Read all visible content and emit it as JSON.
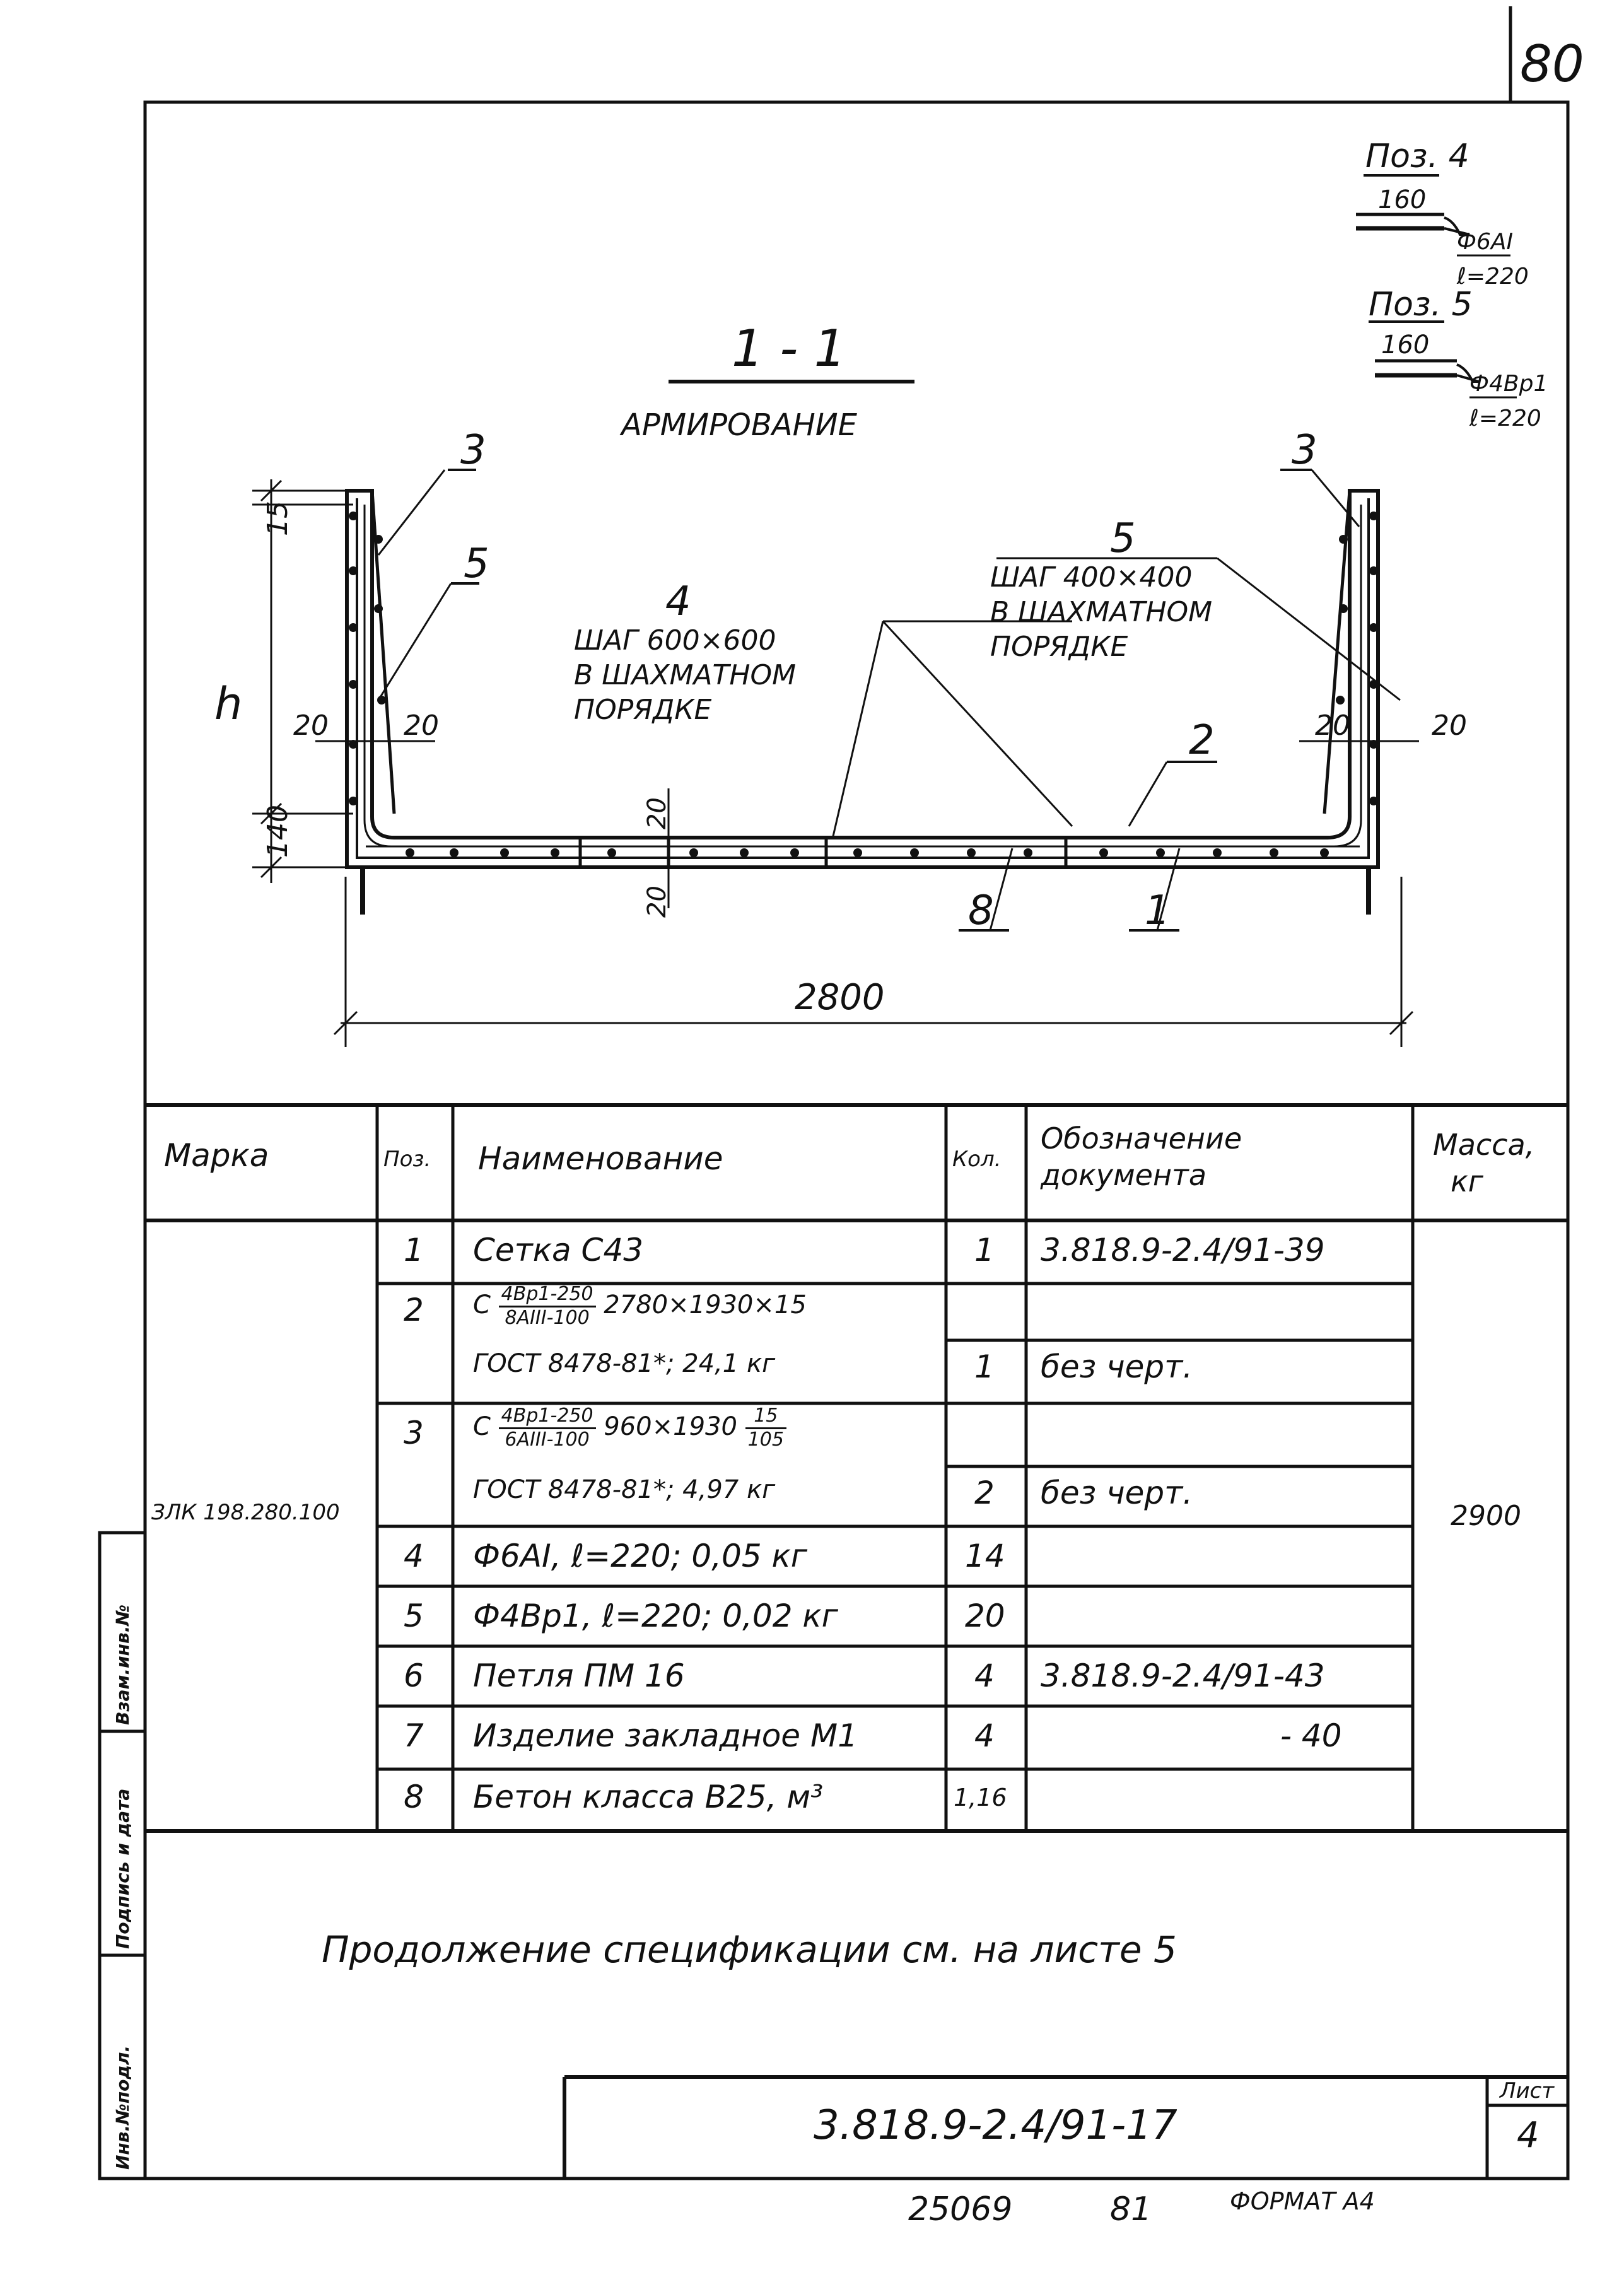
{
  "sheet_number_top": "80",
  "section": {
    "title": "1 - 1",
    "subtitle": "АРМИРОВАНИЕ"
  },
  "details": {
    "pos4": {
      "title": "Поз. 4",
      "dim": "160",
      "dia": "Ф6АI",
      "len": "ℓ=220"
    },
    "pos5": {
      "title": "Поз. 5",
      "dim": "160",
      "dia": "Ф4Вр1",
      "len": "ℓ=220"
    }
  },
  "callouts": {
    "c3_left": "3",
    "c5_left": "5",
    "c4": "4",
    "c4_note": [
      "ШАГ 600×600",
      "В ШАХМАТНОМ",
      "ПОРЯДКЕ"
    ],
    "c5_right": "5",
    "c5_note": [
      "ШАГ 400×400",
      "В ШАХМАТНОМ",
      "ПОРЯДКЕ"
    ],
    "c3_right": "3",
    "c2": "2",
    "c8": "8",
    "c1": "1"
  },
  "dimensions": {
    "d15": "15",
    "h": "h",
    "d20_left_a": "20",
    "d20_left_b": "20",
    "d140": "140",
    "d20_mid_top": "20",
    "d20_mid_bottom": "20",
    "d20_right_a": "20",
    "d20_right_b": "20",
    "width": "2800"
  },
  "table": {
    "headers": {
      "mark": "Марка",
      "pos": "Поз.",
      "name": "Наименование",
      "qty": "Кол.",
      "doc": [
        "Обозначение",
        "документа"
      ],
      "mass": [
        "Масса,",
        "кг"
      ]
    },
    "mark_value": "ЗЛК 198.280.100",
    "mass_value": "2900",
    "rows": [
      {
        "pos": "1",
        "name": "Сетка  С43",
        "qty": "1",
        "doc": "3.818.9-2.4/91-39"
      },
      {
        "pos": "2",
        "name_prefix": "С",
        "frac_num": "4Вр1-250",
        "frac_den": "8АIII-100",
        "name_suffix": "2780×1930×15",
        "qty": "",
        "doc": ""
      },
      {
        "pos": "",
        "name": "ГОСТ 8478-81*;  24,1 кг",
        "qty": "1",
        "doc": "без черт."
      },
      {
        "pos": "3",
        "name_prefix": "С",
        "frac_num": "4Вр1-250",
        "frac_den": "6АIII-100",
        "name_suffix": "960×1930",
        "extra_num": "15",
        "extra_den": "105",
        "qty": "",
        "doc": ""
      },
      {
        "pos": "",
        "name": "ГОСТ 8478-81*;  4,97 кг",
        "qty": "2",
        "doc": "без черт."
      },
      {
        "pos": "4",
        "name": "Ф6АI,  ℓ=220;  0,05 кг",
        "qty": "14",
        "doc": ""
      },
      {
        "pos": "5",
        "name": "Ф4Вр1,  ℓ=220;  0,02 кг",
        "qty": "20",
        "doc": ""
      },
      {
        "pos": "6",
        "name": "Петля  ПМ 16",
        "qty": "4",
        "doc": "3.818.9-2.4/91-43"
      },
      {
        "pos": "7",
        "name": "Изделие закладное М1",
        "qty": "4",
        "doc": "- 40"
      },
      {
        "pos": "8",
        "name": "Бетон класса В25, м³",
        "qty": "1,16",
        "doc": ""
      }
    ]
  },
  "continuation": "Продолжение спецификации см. на листе 5",
  "stamp": {
    "code": "3.818.9-2.4/91-17",
    "sheet_label": "Лист",
    "sheet_value": "4"
  },
  "side_stamp": [
    "Инв.№подл.",
    "Подпись и дата",
    "Взам.инв.№"
  ],
  "footer": {
    "num": "25069",
    "num2": "81",
    "format": "ФОРМАТ А4"
  },
  "colors": {
    "ink": "#111111",
    "paper": "#ffffff"
  }
}
